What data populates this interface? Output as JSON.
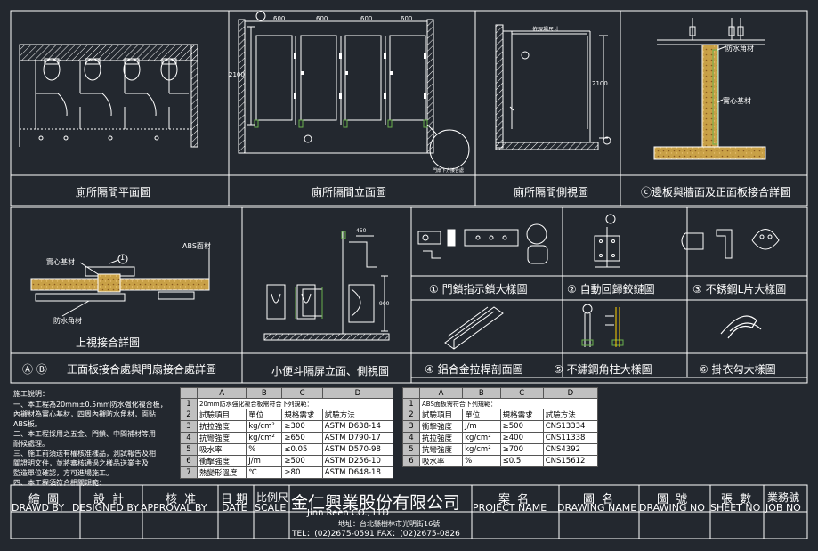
{
  "colors": {
    "background": "#23282f",
    "lines": "#ffffff",
    "stone": "#c8a046",
    "accent_green": "#6ab04c",
    "accent_yellow": "#ffd200",
    "spec_header": "#c0c0c0"
  },
  "panels": {
    "plan": {
      "caption": "廁所隔間平面圖"
    },
    "elevation": {
      "caption": "廁所隔間立面圖",
      "dim_width": "600",
      "dim_height": "2100",
      "detail_label": "門扇下方接合處"
    },
    "side": {
      "caption": "廁所隔間側視圖",
      "dim_top": "依現場尺寸",
      "dim_height": "2100"
    },
    "wall_joint": {
      "caption": "ⓒ邊板與牆面及正面板接合詳圖",
      "label_waterproof": "防水角材",
      "label_core": "實心基材"
    },
    "top_view": {
      "caption": "上視接合詳圖",
      "label_abs": "ABS面材",
      "label_core": "實心基材",
      "label_waterproof": "防水角材",
      "marker": "1"
    },
    "ab_joint": {
      "caption_marks": "Ⓐ Ⓑ",
      "caption": "正面板接合處與門扇接合處詳圖"
    },
    "urinal": {
      "caption": "小便斗隔屏立面、側視圖",
      "dim_width": "450",
      "dim_height": "900"
    },
    "door_lock": {
      "caption": "① 門鎖指示鎖大樣圖"
    },
    "hinge": {
      "caption": "② 自動回歸鉸鏈圖"
    },
    "l_piece": {
      "caption": "③ 不銹鋼L片大樣圖"
    },
    "aluminum": {
      "caption": "④ 鋁合金拉桿剖面圖"
    },
    "corner_post": {
      "caption": "⑤ 不鏽鋼角柱大樣圖"
    },
    "hook": {
      "caption": "⑥ 掛衣勾大樣圖"
    }
  },
  "notes": {
    "title": "施工說明：",
    "lines": [
      "一、本工程為20mm±0.5mm防水強化複合板，",
      "內襯材為實心基材，四周內襯防水角材，面貼",
      "ABS板。",
      "二、本工程採用之五金、門鎖、中間補材等用",
      "耐候處理。",
      "三、施工前須送有權核准樣品，測試報告及相",
      "關證明文件，並將審核通過之樣品送業主及",
      "監造單位確認，方可進場施工。",
      "四、本工程須符合相關規範："
    ]
  },
  "spec_table_1": {
    "headers": [
      "A",
      "B",
      "C",
      "D"
    ],
    "title": "20mm防水強化複合板需符合下列規範：",
    "rows": [
      [
        "2",
        "試驗項目",
        "單位",
        "規格需求",
        "試驗方法"
      ],
      [
        "3",
        "抗拉強度",
        "kg/cm²",
        "≥300",
        "ASTM D638-14"
      ],
      [
        "4",
        "抗彎強度",
        "kg/cm²",
        "≥650",
        "ASTM D790-17"
      ],
      [
        "5",
        "吸水率",
        "%",
        "≤0.05",
        "ASTM D570-98"
      ],
      [
        "6",
        "衝擊強度",
        "J/m",
        "≥500",
        "ASTM D256-10"
      ],
      [
        "7",
        "熱變形溫度",
        "℃",
        "≥80",
        "ASTM D648-18"
      ]
    ]
  },
  "spec_table_2": {
    "headers": [
      "A",
      "B",
      "C",
      "D"
    ],
    "title": "ABS面板需符合下列規範：",
    "rows": [
      [
        "2",
        "試驗項目",
        "單位",
        "規格需求",
        "試驗方法"
      ],
      [
        "3",
        "衝擊強度",
        "J/m",
        "≥500",
        "CNS13334"
      ],
      [
        "4",
        "抗拉強度",
        "kg/cm²",
        "≥400",
        "CNS11338"
      ],
      [
        "5",
        "抗彎強度",
        "kg/cm²",
        "≥700",
        "CNS4392"
      ],
      [
        "6",
        "吸水率",
        "%",
        "≤0.5",
        "CNS15612"
      ]
    ]
  },
  "title_block": {
    "drawn": {
      "zh": "繪 圖",
      "en": "DRAWD BY"
    },
    "designed": {
      "zh": "設 計",
      "en": "DESIGNED BY"
    },
    "approval": {
      "zh": "核 准",
      "en": "APPROVAL BY"
    },
    "date": {
      "zh": "日 期",
      "en": "DATE"
    },
    "scale": {
      "zh": "比例尺",
      "en": "SCALE"
    },
    "company_zh": "金仁興業股份有限公司",
    "company_en": "Jinn    Reen    CO.,    LTD",
    "address": "地址：台北縣樹林市光明街16號",
    "phone": "TEL：(02)2675-0591 FAX：(02)2675-0826",
    "project": {
      "zh": "案 名",
      "en": "PROJECT NAME"
    },
    "drawing_name": {
      "zh": "圖 名",
      "en": "DRAWING NAME"
    },
    "drawing_no": {
      "zh": "圖 號",
      "en": "DRAWING NO"
    },
    "sheet_no": {
      "zh": "張 數",
      "en": "SHEET NO"
    },
    "job_no": {
      "zh": "業務號",
      "en": "JOB NO"
    }
  }
}
